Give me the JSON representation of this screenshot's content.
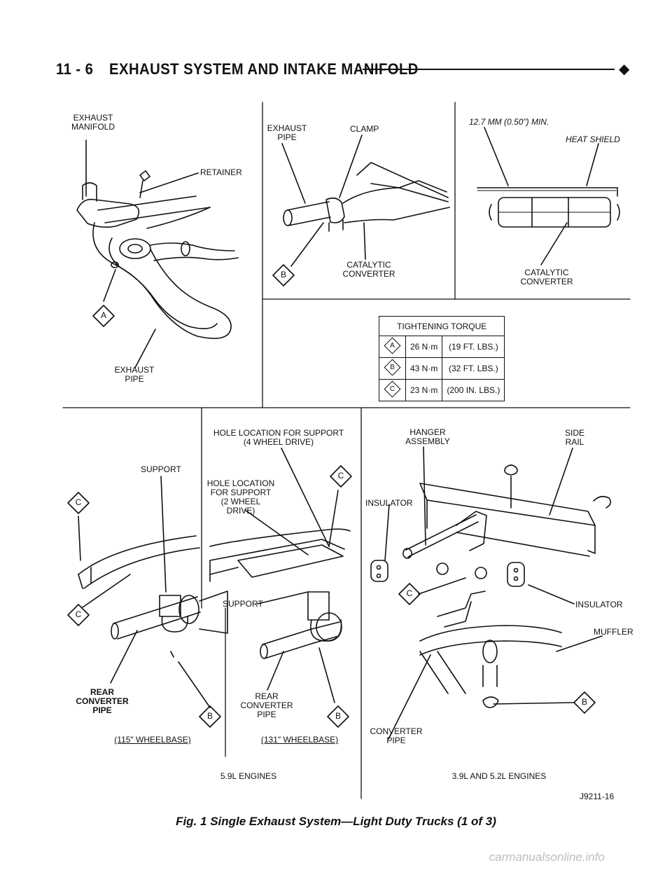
{
  "header": {
    "section_number": "11 - 6",
    "title": "EXHAUST SYSTEM AND INTAKE MANIFOLD",
    "bullet": "◆"
  },
  "panel_top_left": {
    "exhaust_manifold": "EXHAUST\nMANIFOLD",
    "retainer": "RETAINER",
    "exhaust_pipe": "EXHAUST\nPIPE",
    "callout": "A"
  },
  "panel_top_middle": {
    "exhaust_pipe": "EXHAUST\nPIPE",
    "clamp": "CLAMP",
    "catalytic_converter": "CATALYTIC\nCONVERTER",
    "callout": "B"
  },
  "panel_top_right": {
    "clearance": "12.7 MM (0.50\") MIN.",
    "heat_shield": "HEAT SHIELD",
    "catalytic_converter": "CATALYTIC\nCONVERTER"
  },
  "torque_table": {
    "title": "TIGHTENING TORQUE",
    "rows": [
      {
        "key": "A",
        "metric": "26 N·m",
        "imperial": "(19 FT. LBS.)"
      },
      {
        "key": "B",
        "metric": "43 N·m",
        "imperial": "(32 FT. LBS.)"
      },
      {
        "key": "C",
        "metric": "23 N·m",
        "imperial": "(200 IN. LBS.)"
      }
    ]
  },
  "panel_bottom_left": {
    "support": "SUPPORT",
    "rear_converter_pipe": "REAR\nCONVERTER\nPIPE",
    "wheelbase": "(115\" WHEELBASE)",
    "callout_c1": "C",
    "callout_c2": "C",
    "callout_b": "B"
  },
  "panel_bottom_middle": {
    "hole_4wd": "HOLE LOCATION FOR SUPPORT\n(4 WHEEL DRIVE)",
    "hole_2wd": "HOLE LOCATION\nFOR SUPPORT\n(2 WHEEL DRIVE)",
    "support": "SUPPORT",
    "rear_converter_pipe": "REAR\nCONVERTER\nPIPE",
    "wheelbase": "(131\" WHEELBASE)",
    "callout_c": "C",
    "callout_b": "B"
  },
  "engine_labels": {
    "left": "5.9L ENGINES",
    "right": "3.9L AND 5.2L ENGINES"
  },
  "panel_bottom_right": {
    "hanger_assembly": "HANGER\nASSEMBLY",
    "side_rail": "SIDE\nRAIL",
    "insulator_top": "INSULATOR",
    "insulator_right": "INSULATOR",
    "muffler": "MUFFLER",
    "converter_pipe": "CONVERTER\nPIPE",
    "callout_c": "C",
    "callout_b": "B"
  },
  "figure_id": "J9211-16",
  "caption": "Fig. 1 Single Exhaust System—Light Duty Trucks (1 of 3)",
  "watermark": "carmanualsonline.info"
}
